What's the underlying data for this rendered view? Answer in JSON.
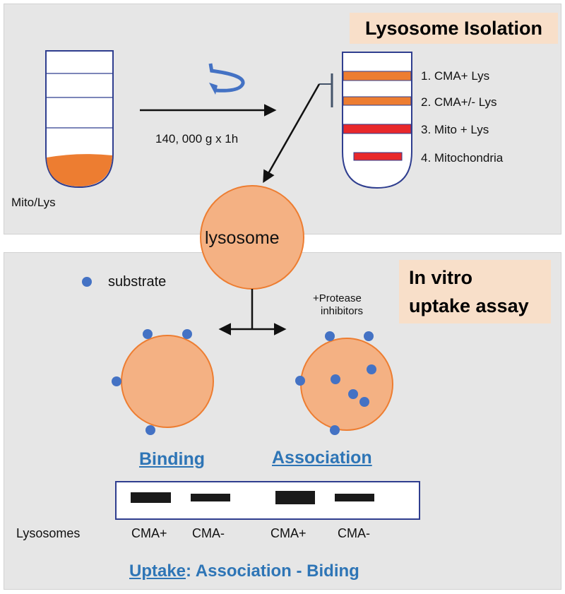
{
  "top_panel": {
    "title": "Lysosome Isolation",
    "sample_label": "Mito/Lys",
    "centrifuge_label": "140, 000 g x 1h",
    "bands": [
      "1. CMA+ Lys",
      "2. CMA+/- Lys",
      "3. Mito + Lys",
      "4. Mitochondria"
    ]
  },
  "middle": {
    "lysosome_label": "lysosome"
  },
  "bottom_panel": {
    "title_line1": "In vitro",
    "title_line2": "uptake assay",
    "legend_substrate": "substrate",
    "protease_line1": "+Protease",
    "protease_line2": "inhibitors",
    "binding_label": "Binding",
    "association_label": "Association",
    "row_label": "Lysosomes",
    "lanes": [
      "CMA+",
      "CMA-",
      "CMA+",
      "CMA-"
    ],
    "uptake_word": "Uptake",
    "uptake_rest": ": Association - Biding"
  },
  "colors": {
    "panel_bg": "#e6e6e6",
    "title_bg": "#f8dfc9",
    "lysosome_fill": "#f4b183",
    "lysosome_stroke": "#ed7d31",
    "substrate_dot": "#4472c4",
    "band_orange": "#ed7d31",
    "band_red": "#e8282b",
    "accent_blue": "#2e75b6",
    "tube_outline": "#2f3e8f"
  }
}
